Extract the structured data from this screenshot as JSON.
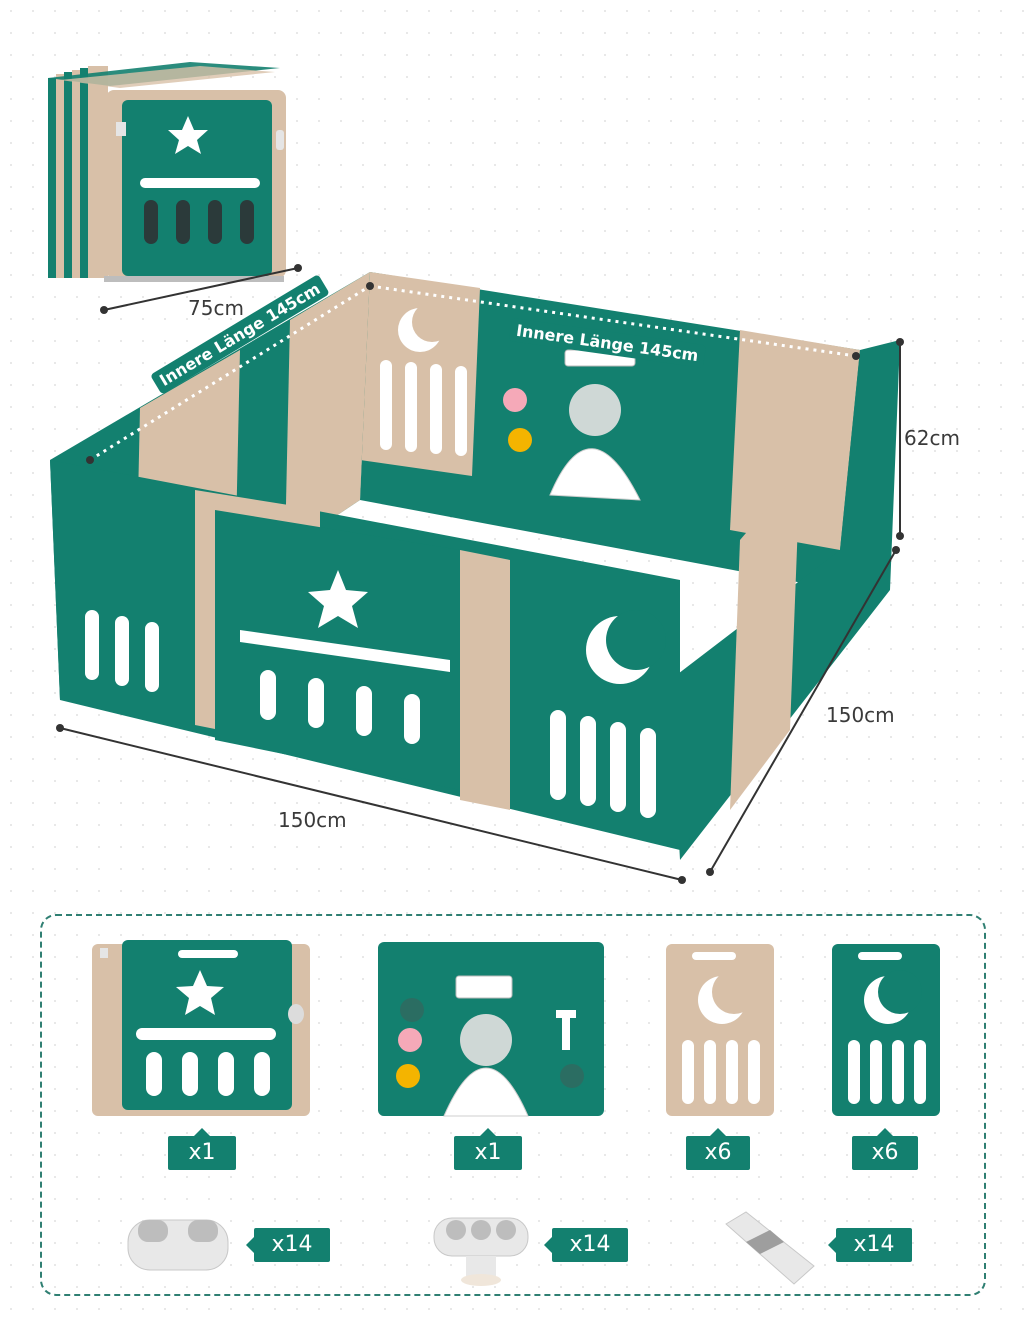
{
  "colors": {
    "green": "#13806f",
    "beige": "#d8c0a8",
    "white": "#ffffff",
    "grey": "#d9d9d9"
  },
  "dimensions": {
    "folded_width": "75cm",
    "height": "62cm",
    "length_front": "150cm",
    "length_side": "150cm",
    "inner_length_left": "Innere Länge 145cm",
    "inner_length_back": "Innere Länge 145cm"
  },
  "parts": {
    "door_panel_qty": "x1",
    "activity_panel_qty": "x1",
    "beige_panel_qty": "x6",
    "green_panel_qty": "x6",
    "connector_a_qty": "x14",
    "connector_b_qty": "x14",
    "connector_c_qty": "x14"
  }
}
